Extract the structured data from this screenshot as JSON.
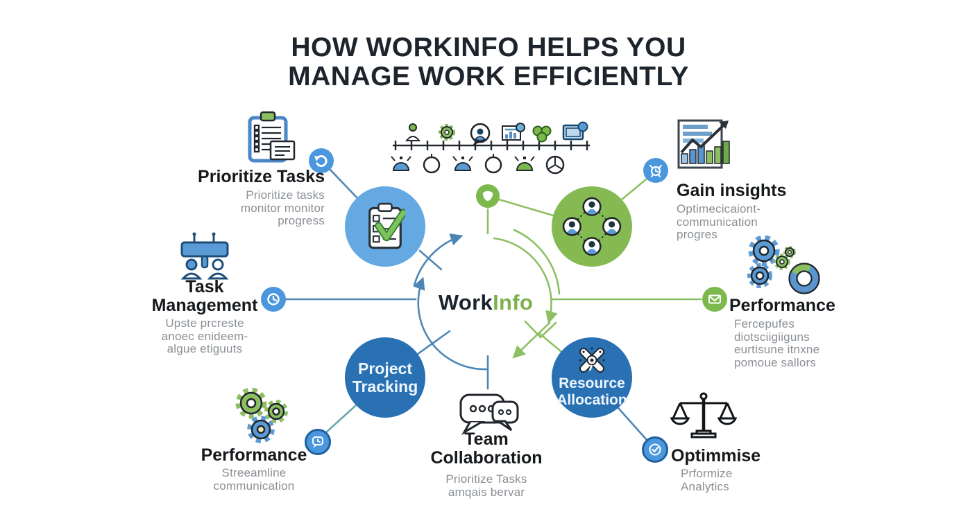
{
  "title": {
    "line1": "HOW WORKINFO HELPS YOU",
    "line2": "MANAGE WORK EFFICIENTLY"
  },
  "brand": {
    "left": "Work",
    "right": "Info"
  },
  "hubs": {
    "project": {
      "line1": "Project",
      "line2": "Tracking"
    },
    "resource": {
      "line1": "Resource",
      "line2": "Allocation"
    }
  },
  "nodes": {
    "prioritize": {
      "title": "Prioritize Tasks",
      "line1": "Prioritize tasks",
      "line2": "monitor monitor",
      "line3": "progress"
    },
    "task": {
      "title1": "Task",
      "title2": "Management",
      "line1": "Upste prcreste",
      "line2": "anoec enideem-",
      "line3": "algue etiguuts"
    },
    "perf_left": {
      "title": "Performance",
      "line1": "Streeamline",
      "line2": "communication"
    },
    "team": {
      "title1": "Team",
      "title2": "Collaboration",
      "line1": "Prioritize Tasks",
      "line2": "amqais bervar"
    },
    "gain": {
      "title": "Gain insights",
      "line1": "Optimecicaiont-",
      "line2": "communication",
      "line3": "progres"
    },
    "perf_right": {
      "title": "Performance",
      "line1": "Fercepufes",
      "line2": "diotsciigiiguns",
      "line3": "eurtisune itnxne",
      "line4": "pomoue sallors"
    },
    "optimise": {
      "title": "Optimmise",
      "line1": "Prformize",
      "line2": "Analytics"
    }
  },
  "icons": {
    "badge_top": "shield-icon",
    "badge_prioritize": "refresh-icon",
    "badge_task": "clock-icon",
    "badge_perf_left": "chat-clock-icon",
    "badge_gain": "alarm-icon",
    "badge_perf_right": "envelope-icon",
    "badge_optimise": "check-bubble-icon",
    "hub_topleft": "checklist-clipboard-icon",
    "hub_topright": "team-network-icon",
    "hub_resource": "drone-icon",
    "node_prioritize": "clipboard-notes-icon",
    "node_task": "team-board-icon",
    "node_perf_left": "gears-icon",
    "node_team": "chat-bubbles-icon",
    "node_gain": "growth-chart-icon",
    "node_perf_right": "gears-donut-icon",
    "node_optimise": "balance-scale-icon",
    "timeline": "process-timeline-icons"
  },
  "colors": {
    "hub_blue": "#2a71b3",
    "hub_light_blue": "#64a9e2",
    "hub_green": "#85ba52",
    "badge_blue": "#4a97dd",
    "badge_green": "#7db84d",
    "line_blue": "#4d86b5",
    "line_green": "#8cc063",
    "line_teal": "#66a6ad",
    "brand_green": "#7cb14e",
    "text_dark": "#1b242e",
    "text_gray": "#8a8f94"
  }
}
